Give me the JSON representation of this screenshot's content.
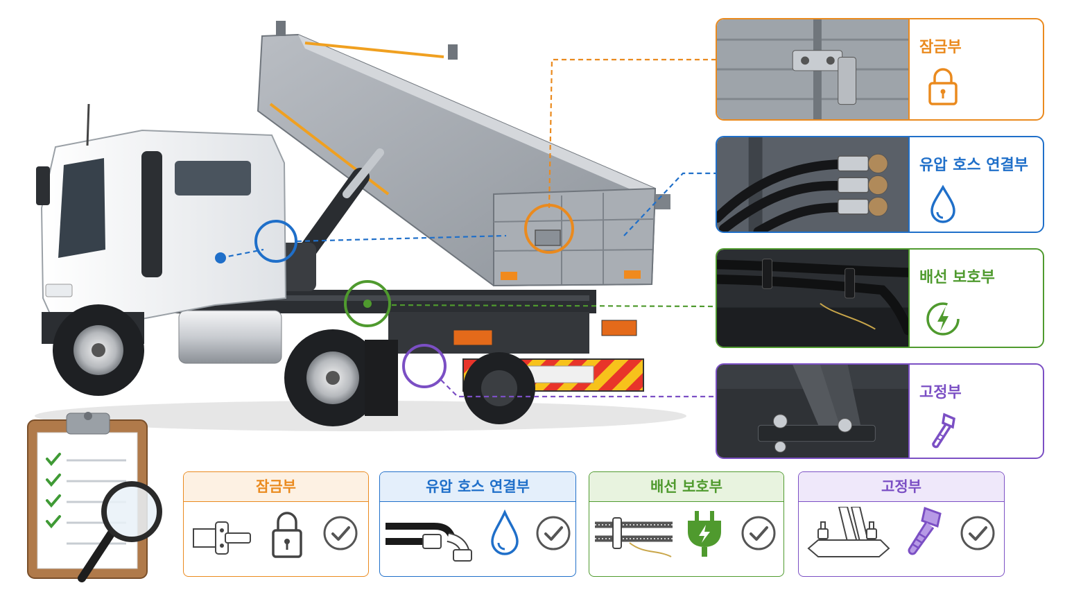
{
  "colors": {
    "lock": "#ea8a1e",
    "hydraulic": "#1f6fc9",
    "wiring": "#4f9a2e",
    "fixing": "#7b4fc4",
    "check": "#555555"
  },
  "callouts": [
    {
      "id": "lock",
      "title": "잠금부",
      "icon": "padlock-icon"
    },
    {
      "id": "hydraulic",
      "title": "유압 호스 연결부",
      "icon": "water-drop-icon"
    },
    {
      "id": "wiring",
      "title": "배선 보호부",
      "icon": "lightning-bolt-icon"
    },
    {
      "id": "fixing",
      "title": "고정부",
      "icon": "bolt-icon"
    }
  ],
  "summary_cards": [
    {
      "id": "lock",
      "title": "잠금부",
      "icons": [
        "latch-icon",
        "padlock-icon",
        "check-icon"
      ]
    },
    {
      "id": "hydraulic",
      "title": "유압 호스 연결부",
      "icons": [
        "hose-fitting-icon",
        "water-drop-icon",
        "check-icon"
      ]
    },
    {
      "id": "wiring",
      "title": "배선 보호부",
      "icons": [
        "wire-harness-icon",
        "electric-plug-icon",
        "check-icon"
      ]
    },
    {
      "id": "fixing",
      "title": "고정부",
      "icons": [
        "mounting-bracket-icon",
        "bolt-icon",
        "check-icon"
      ]
    }
  ]
}
